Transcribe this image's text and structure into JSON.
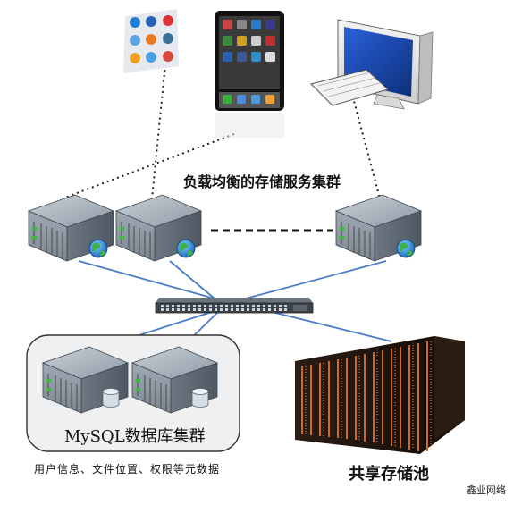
{
  "diagram": {
    "load_balanced_cluster_label": "负载均衡的存储服务集群",
    "mysql_cluster_label": "MySQL数据库集群",
    "metadata_label": "用户信息、文件位置、权限等元数据",
    "storage_pool_label": "共享存储池",
    "watermark": "鑫业网络"
  },
  "colors": {
    "link_line": "#4a7ec8",
    "client_dotted_line": "#222222",
    "server_body": "#8a97a3",
    "storage_rack": "#1e1410",
    "storage_led": "#d26a1c"
  },
  "clients": [
    {
      "name": "browser-icons"
    },
    {
      "name": "smartphone"
    },
    {
      "name": "desktop-computer"
    }
  ]
}
